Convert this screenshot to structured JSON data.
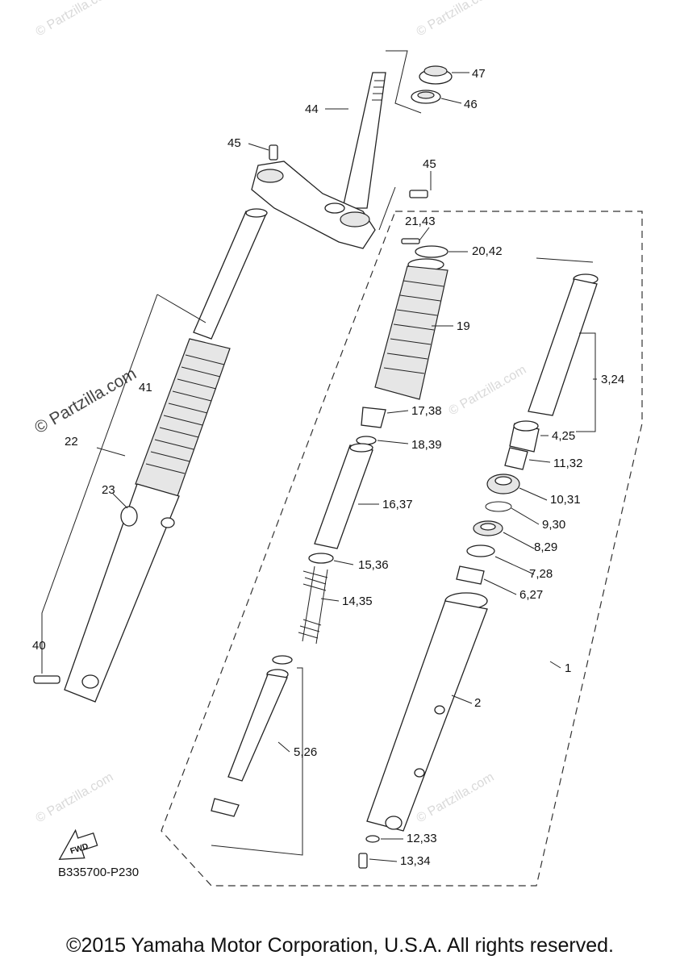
{
  "watermarks": {
    "corner": "© Partzilla",
    "large": "© Partzilla.com",
    "faint": "© Partzilla.com"
  },
  "diagram_code": "B335700-P230",
  "fwd_label": "FWD",
  "copyright": "©2015 Yamaha Motor Corporation, U.S.A. All rights reserved.",
  "callouts": {
    "c47": "47",
    "c46": "46",
    "c44": "44",
    "c45a": "45",
    "c45b": "45",
    "c21_43": "21,43",
    "c20_42": "20,42",
    "c19": "19",
    "c3_24": "3,24",
    "c41": "41",
    "c22": "22",
    "c23": "23",
    "c17_38": "17,38",
    "c18_39": "18,39",
    "c4_25": "4,25",
    "c11_32": "11,32",
    "c10_31": "10,31",
    "c16_37": "16,37",
    "c9_30": "9,30",
    "c8_29": "8,29",
    "c15_36": "15,36",
    "c7_28": "7,28",
    "c6_27": "6,27",
    "c14_35": "14,35",
    "c40": "40",
    "c1": "1",
    "c2": "2",
    "c5_26": "5,26",
    "c12_33": "12,33",
    "c13_34": "13,34"
  }
}
